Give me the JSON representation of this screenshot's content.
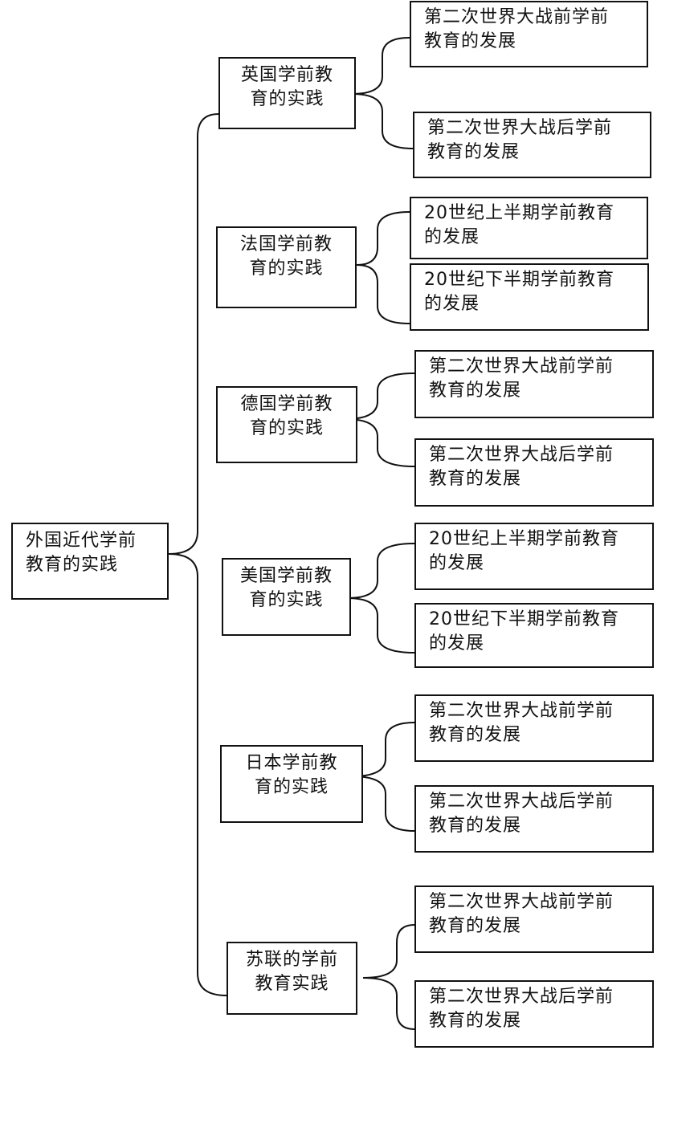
{
  "root": {
    "label": "外国近代学前\n教育的实践"
  },
  "branches": [
    {
      "label": "英国学前教\n育的实践",
      "children": [
        {
          "label": "第二次世界大战前学前\n教育的发展"
        },
        {
          "label": "第二次世界大战后学前\n教育的发展"
        }
      ]
    },
    {
      "label": "法国学前教\n育的实践",
      "children": [
        {
          "label": "20世纪上半期学前教育\n的发展"
        },
        {
          "label": "20世纪下半期学前教育\n的发展"
        }
      ]
    },
    {
      "label": "德国学前教\n育的实践",
      "children": [
        {
          "label": "第二次世界大战前学前\n教育的发展"
        },
        {
          "label": "第二次世界大战后学前\n教育的发展"
        }
      ]
    },
    {
      "label": "美国学前教\n育的实践",
      "children": [
        {
          "label": "20世纪上半期学前教育\n的发展"
        },
        {
          "label": "20世纪下半期学前教育\n的发展"
        }
      ]
    },
    {
      "label": "日本学前教\n育的实践",
      "children": [
        {
          "label": "第二次世界大战前学前\n教育的发展"
        },
        {
          "label": "第二次世界大战后学前\n教育的发展"
        }
      ]
    },
    {
      "label": "苏联的学前\n教育实践",
      "children": [
        {
          "label": "第二次世界大战前学前\n教育的发展"
        },
        {
          "label": "第二次世界大战后学前\n教育的发展"
        }
      ]
    }
  ]
}
